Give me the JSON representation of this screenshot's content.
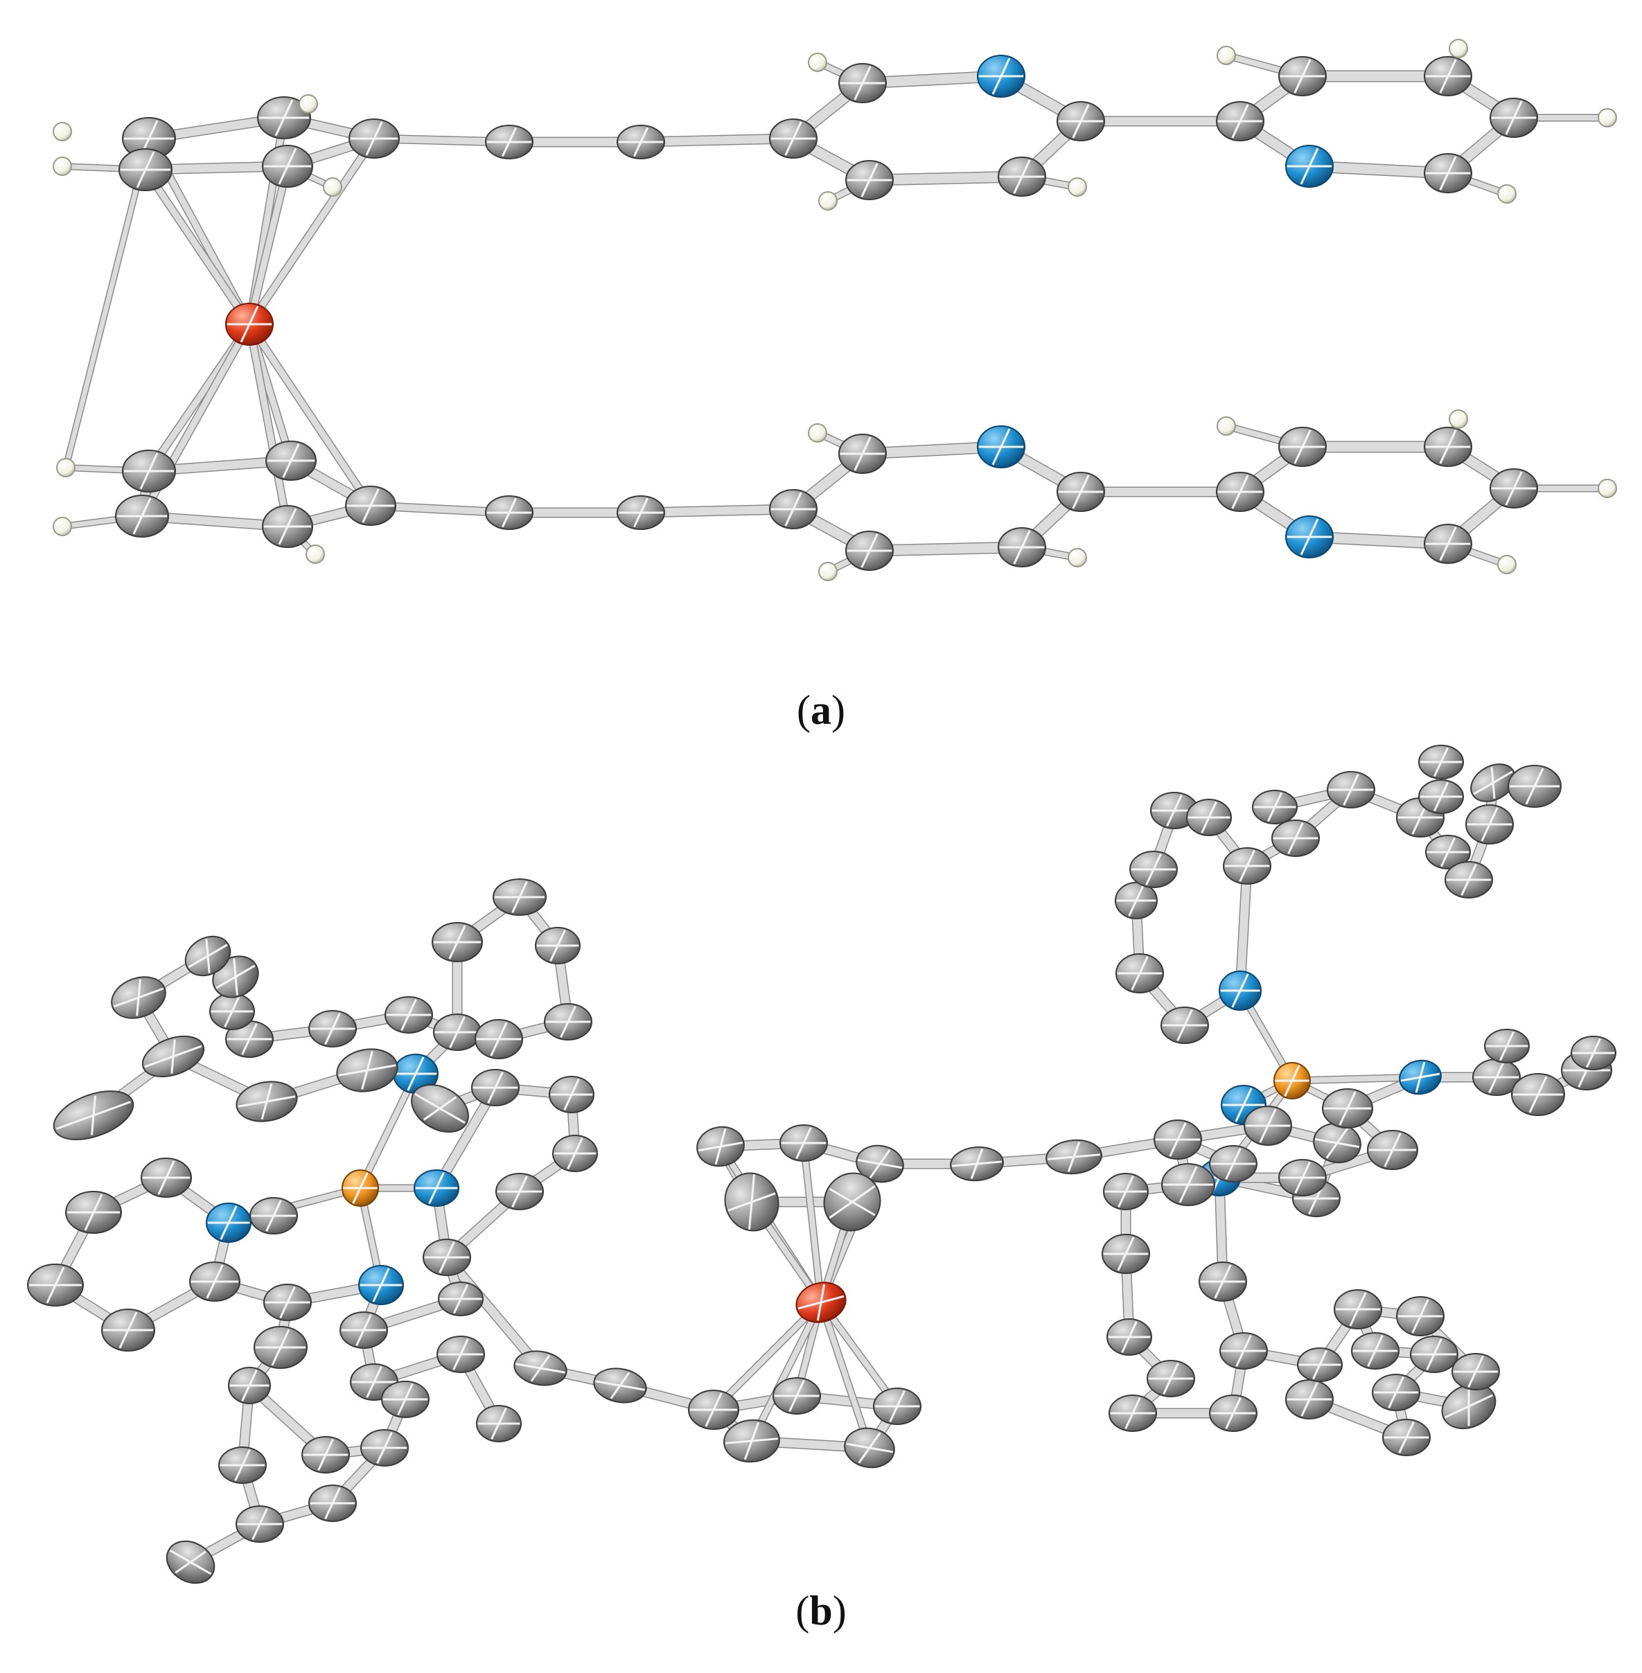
{
  "figure": {
    "panels": [
      {
        "id": "a",
        "label_open": "(",
        "label_letter": "a",
        "label_close": ")"
      },
      {
        "id": "b",
        "label_open": "(",
        "label_letter": "b",
        "label_close": ")"
      }
    ]
  },
  "atom_colors": {
    "carbon": "#8e8e8e",
    "carbon_highlight": "#cfcfcf",
    "nitrogen": "#1e8fd0",
    "iron": "#e03a18",
    "metal_b": "#f0961e",
    "hydrogen": "#f1f1e4",
    "bond": "#c8c8c8",
    "bond_outline": "#8a8a8a"
  }
}
